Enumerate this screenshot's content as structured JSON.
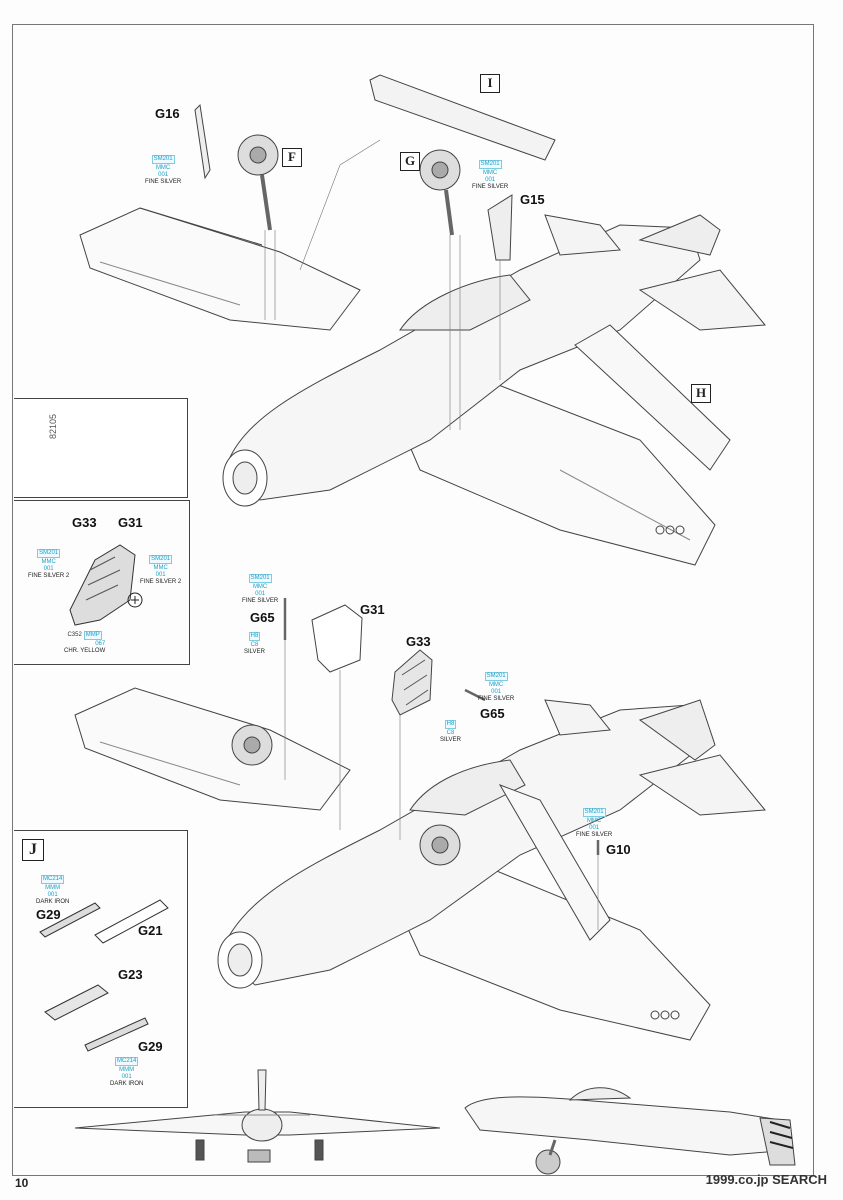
{
  "page_number": "10",
  "watermark": "1999.co.jp SEARCH",
  "box_labels": {
    "I": "I",
    "F": "F",
    "G": "G",
    "H": "H",
    "J": "J"
  },
  "parts": {
    "g16": "G16",
    "g15": "G15",
    "g33_g31": {
      "left": "G33",
      "right": "G31"
    },
    "g65_a": "G65",
    "g31": "G31",
    "g33": "G33",
    "g65_b": "G65",
    "g10": "G10",
    "g29_a": "G29",
    "g21": "G21",
    "g23": "G23",
    "g29_b": "G29"
  },
  "paints": {
    "p_f": {
      "code": "SM201",
      "l2": "MMC",
      "l3": "001",
      "name": "FINE SILVER"
    },
    "p_g": {
      "code": "SM201",
      "l2": "MMC",
      "l3": "001",
      "name": "FINE SILVER"
    },
    "p_door_l": {
      "code": "SM201",
      "l2": "MMC",
      "l3": "001",
      "name": "FINE SILVER 2"
    },
    "p_door_r": {
      "code": "SM201",
      "l2": "MMC",
      "l3": "001",
      "name": "FINE SILVER 2"
    },
    "p_door_y": {
      "code": "MMP",
      "l2": "067",
      "pre": "C352",
      "name": "CHR. YELLOW"
    },
    "p_g65a": {
      "code": "SM201",
      "l2": "MMC",
      "l3": "001",
      "name": "FINE SILVER"
    },
    "p_g65a_h": {
      "code": "H8",
      "l2": "C8",
      "name": "SILVER"
    },
    "p_g65b": {
      "code": "SM201",
      "l2": "MMC",
      "l3": "001",
      "name": "FINE SILVER"
    },
    "p_g65b_h": {
      "code": "H8",
      "l2": "C8",
      "name": "SILVER"
    },
    "p_g10": {
      "code": "SM201",
      "l2": "MMC",
      "l3": "001",
      "name": "FINE SILVER"
    },
    "p_j1": {
      "code": "MC214",
      "l2": "MMM",
      "l3": "001",
      "name": "DARK IRON"
    },
    "p_j2": {
      "code": "MC214",
      "l2": "MMM",
      "l3": "001",
      "name": "DARK IRON"
    }
  },
  "pe_fret_number": "82105",
  "colors": {
    "paint_code": "#1aa0c8",
    "line": "#333333"
  }
}
